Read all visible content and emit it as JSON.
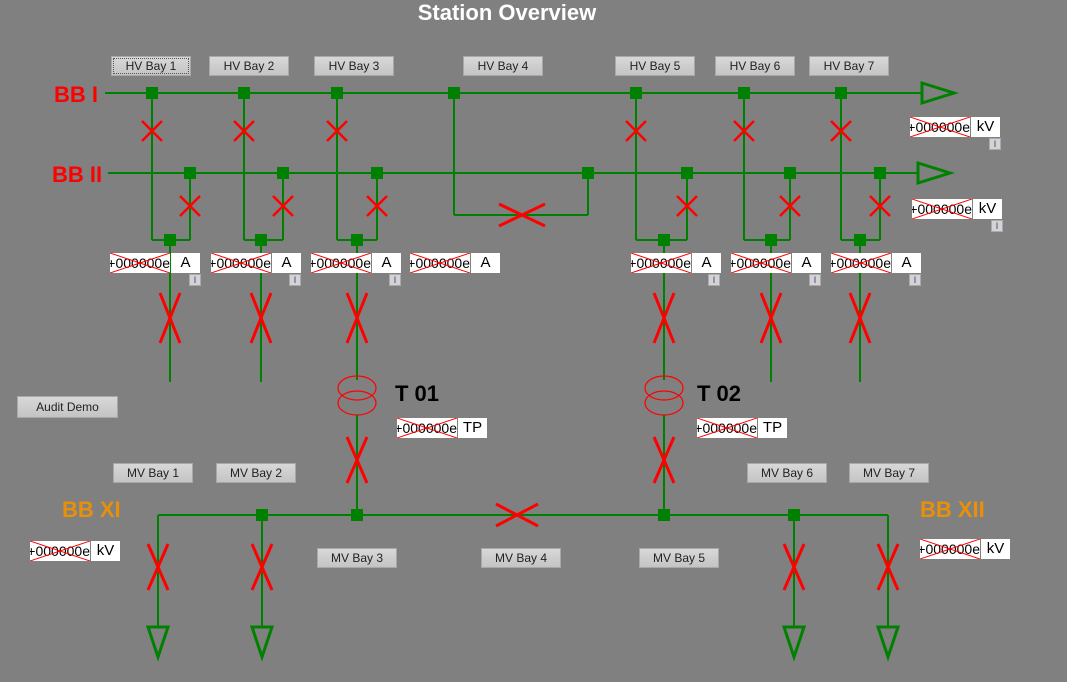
{
  "title": "Station Overview",
  "colors": {
    "background": "#808080",
    "line": "#008000",
    "breaker": "#ff0000",
    "hv_label": "#ff0000",
    "mv_label": "#e8900a"
  },
  "busbars": {
    "bb1": "BB I",
    "bb2": "BB II",
    "bb11": "BB XI",
    "bb12": "BB XII"
  },
  "hv_buttons": [
    "HV Bay 1",
    "HV Bay 2",
    "HV Bay 3",
    "HV Bay 4",
    "HV Bay 5",
    "HV Bay 6",
    "HV Bay 7"
  ],
  "mv_buttons": [
    "MV Bay 1",
    "MV Bay 2",
    "MV Bay 3",
    "MV Bay 4",
    "MV Bay 5",
    "MV Bay 6",
    "MV Bay 7"
  ],
  "audit_button": "Audit Demo",
  "transformers": [
    {
      "name": "T 01",
      "value": "000000e+",
      "unit": "TP"
    },
    {
      "name": "T 02",
      "value": "000000e+",
      "unit": "TP"
    }
  ],
  "bay_currents": [
    {
      "value": "000000e+",
      "unit": "A",
      "info": "I"
    },
    {
      "value": "000000e+",
      "unit": "A",
      "info": "I"
    },
    {
      "value": "000000e+",
      "unit": "A",
      "info": "I"
    },
    {
      "value": "000000e+",
      "unit": "A"
    },
    {
      "value": "000000e+",
      "unit": "A",
      "info": "I"
    },
    {
      "value": "000000e+",
      "unit": "A",
      "info": "I"
    },
    {
      "value": "000000e+",
      "unit": "A",
      "info": "I"
    }
  ],
  "voltages": {
    "bb1": {
      "value": "000000e+",
      "unit": "kV",
      "info": "I"
    },
    "bb2": {
      "value": "000000e+",
      "unit": "kV",
      "info": "I"
    },
    "bb11": {
      "value": "000000e+",
      "unit": "kV"
    },
    "bb12": {
      "value": "000000e+",
      "unit": "kV"
    }
  }
}
